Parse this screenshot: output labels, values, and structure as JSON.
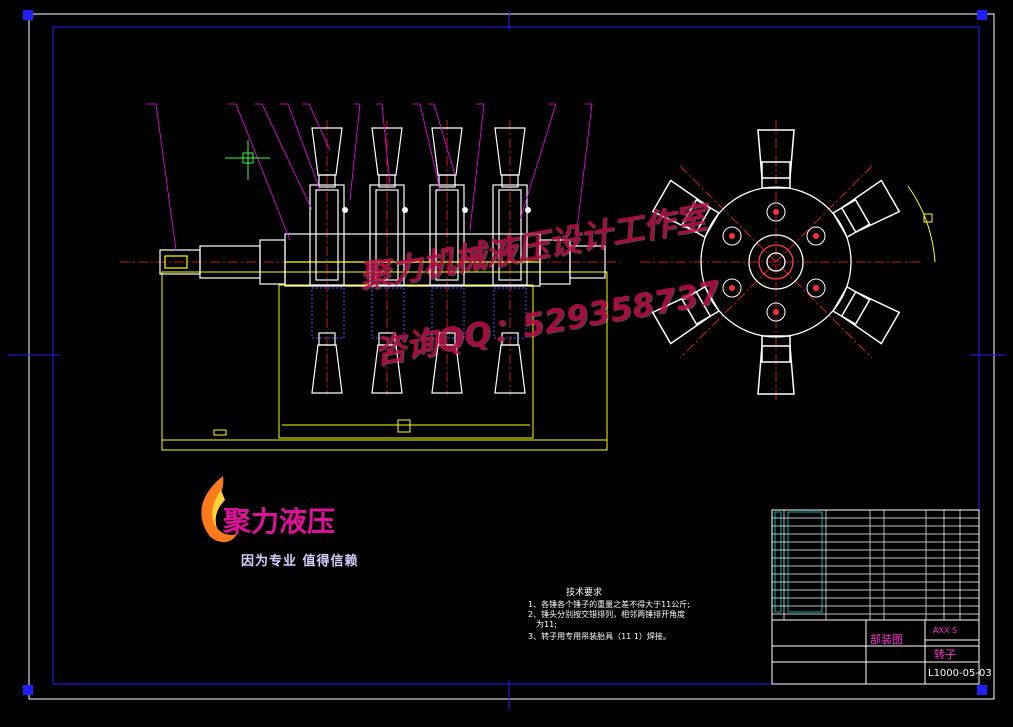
{
  "watermark": {
    "studio": "聚力机械液压设计工作室",
    "contact": "咨询QQ：529358737"
  },
  "logo": {
    "brand": "聚力液压",
    "slogan": "因为专业 值得信赖"
  },
  "tech_requirements": {
    "title": "技术要求",
    "items": [
      "1、各锤各个锤子的重量之差不得大于11公斤;",
      "2、锤头分别按交错排列，相邻两锤排开角度",
      "为11;",
      "3、转子用专用吊装胎具（11 1）焊接。"
    ]
  },
  "title_block": {
    "drawing_type": "部装图",
    "part_name": "转子",
    "drawing_number": "L1000-05-03",
    "scale_label": "AXX S"
  },
  "colors": {
    "background": "#000000",
    "frame": "#0000ff",
    "outline": "#ffffff",
    "hidden": "#ffff00",
    "centerline": "#ff0000",
    "leader": "#ff00ff",
    "hatch": "#4040ff"
  }
}
